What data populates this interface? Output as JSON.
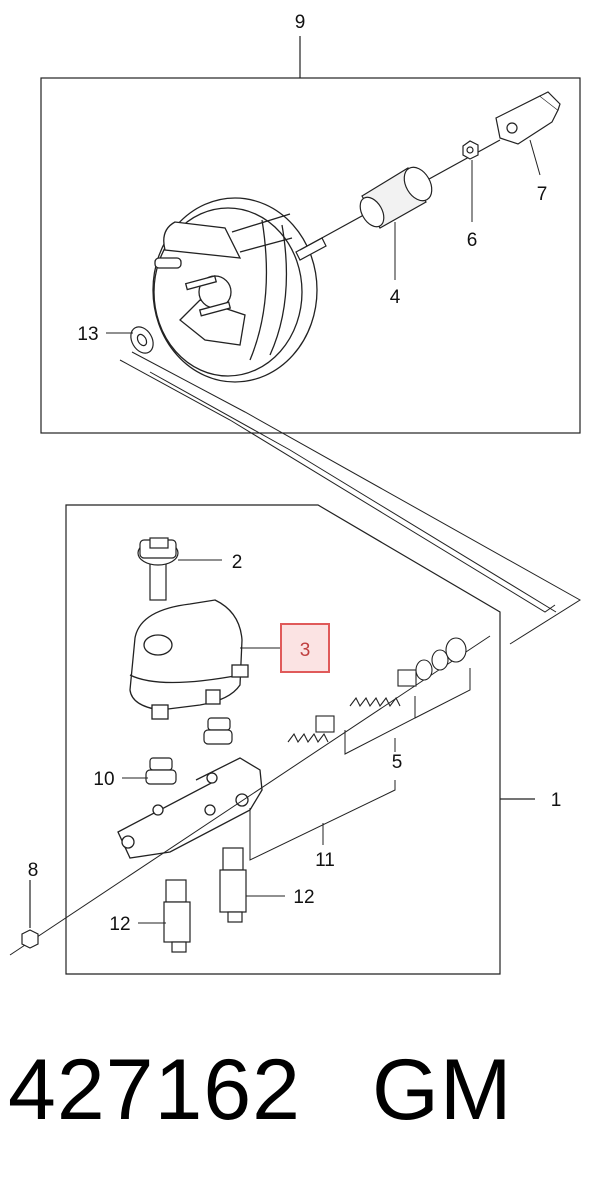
{
  "callouts": {
    "c9": "9",
    "c7": "7",
    "c6": "6",
    "c4": "4",
    "c13": "13",
    "c2": "2",
    "c3": "3",
    "c5": "5",
    "c1": "1",
    "c10": "10",
    "c11": "11",
    "c8": "8",
    "c12a": "12",
    "c12b": "12"
  },
  "part_number": "427162",
  "brand": "GM",
  "highlight_color": "#e05a5a"
}
